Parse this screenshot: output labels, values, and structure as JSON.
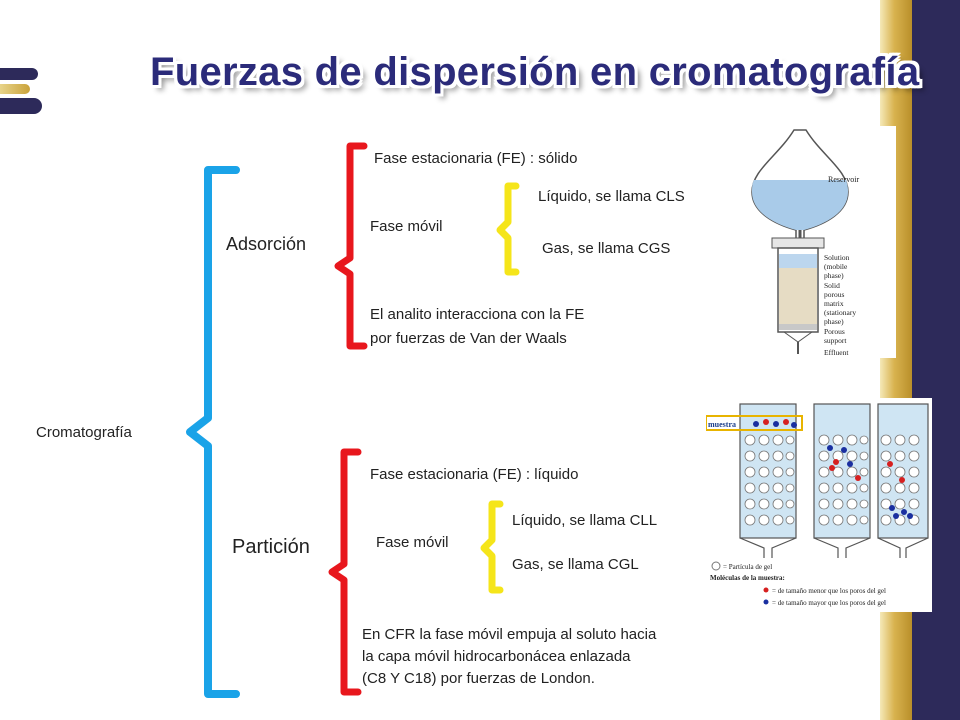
{
  "title": "Fuerzas de dispersión en cromatografía",
  "root": "Cromatografía",
  "branches": {
    "adsorcion": {
      "label": "Adsorción",
      "fase_estacionaria": "Fase estacionaria (FE) :  sólido",
      "fase_movil": "Fase móvil",
      "liquido": "Líquido, se llama CLS",
      "gas": "Gas, se llama CGS",
      "interaccion_line1": "El analito interacciona con la FE",
      "interaccion_line2": "por fuerzas de Van der Waals"
    },
    "particion": {
      "label": "Partición",
      "fase_estacionaria": "Fase estacionaria (FE) :  líquido",
      "fase_movil": "Fase móvil",
      "liquido": "Líquido, se llama CLL",
      "gas": "Gas, se llama CGL",
      "cfr_line1": "En CFR la fase móvil empuja al soluto hacia",
      "cfr_line2": "la capa móvil hidrocarbonácea enlazada",
      "cfr_line3": "(C8 Y C18) por fuerzas de London."
    }
  },
  "figure_column": {
    "reservoir": "Reservoir",
    "solution": "Solution",
    "mobile_phase": "(mobile",
    "mobile_phase2": "phase)",
    "solid": "Solid",
    "porous_matrix": "porous",
    "porous_matrix2": "matrix",
    "stationary": "(stationary",
    "stationary2": "phase)",
    "porous": "Porous",
    "support": "support",
    "effluent": "Effluent"
  },
  "figure_gel": {
    "muestra": "muestra",
    "particula": "= Partícula de gel",
    "moleculas": "Moléculas de la muestra:",
    "menor": "= de tamaño menor que los poros del gel",
    "mayor": "= de tamaño mayor que los poros del gel"
  },
  "colors": {
    "brace_blue": "#1aa3e8",
    "brace_red": "#e8171d",
    "brace_yellow": "#f5e51a",
    "title": "#2b2b7a"
  }
}
